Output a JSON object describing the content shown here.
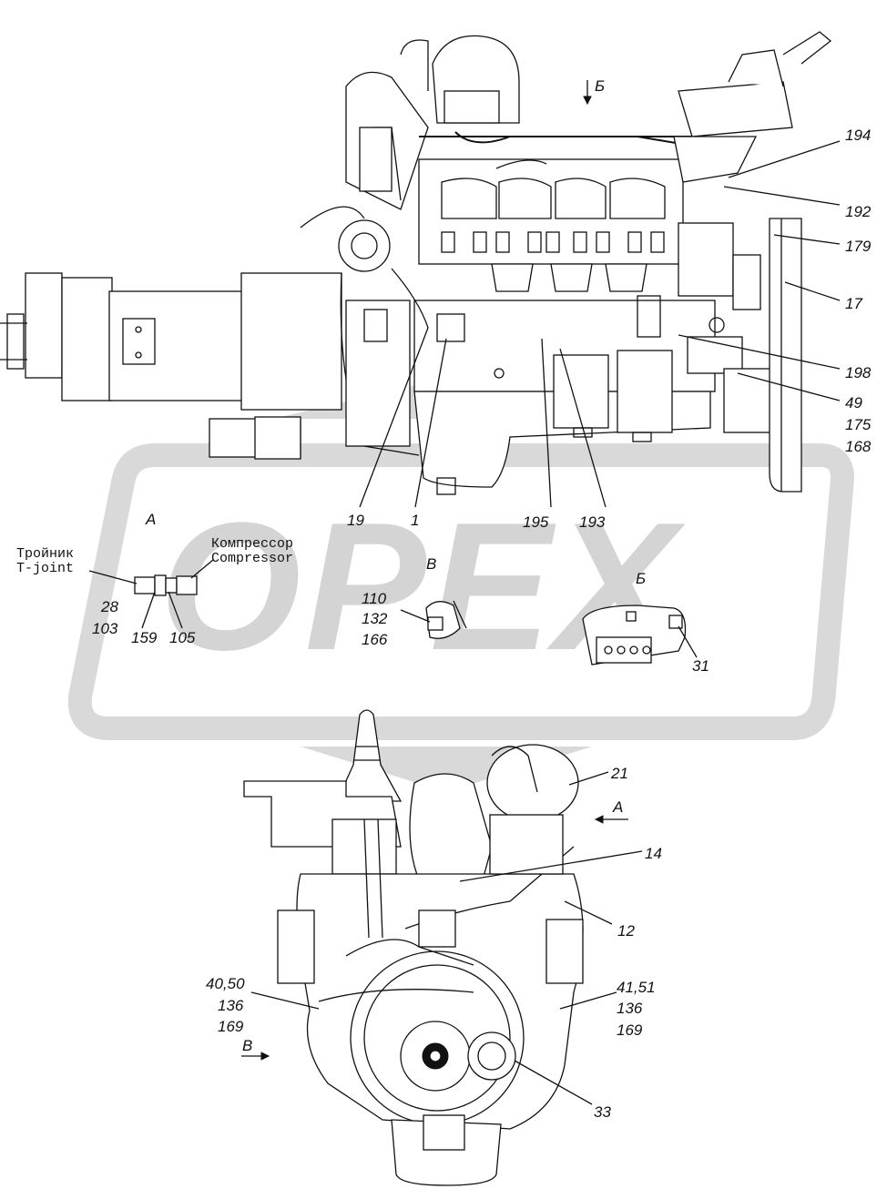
{
  "watermark": {
    "text": "OPEX",
    "color": "#d0d0d0"
  },
  "views": {
    "top_arrow_label": "Б",
    "detail_a": "А",
    "detail_v": "В",
    "detail_b": "Б",
    "bottom_arrow_a": "А",
    "bottom_arrow_v": "В"
  },
  "callouts_top": {
    "c194": "194",
    "c192": "192",
    "c179": "179",
    "c17": "17",
    "c198": "198",
    "c49": "49",
    "c175": "175",
    "c168": "168",
    "c19": "19",
    "c1": "1",
    "c195": "195",
    "c193": "193"
  },
  "detail_a_labels": {
    "tee_ru": "Тройник",
    "tee_en": "T-joint",
    "comp_ru": "Компрессор",
    "comp_en": "Compressor",
    "c28": "28",
    "c103": "103",
    "c159": "159",
    "c105": "105"
  },
  "detail_v_labels": {
    "c110": "110",
    "c132": "132",
    "c166": "166"
  },
  "detail_b_labels": {
    "c31": "31"
  },
  "callouts_bottom": {
    "c21": "21",
    "c14": "14",
    "c12": "12",
    "c4050": "40,50",
    "c136a": "136",
    "c169a": "169",
    "c4151": "41,51",
    "c136b": "136",
    "c169b": "169",
    "c33": "33"
  }
}
